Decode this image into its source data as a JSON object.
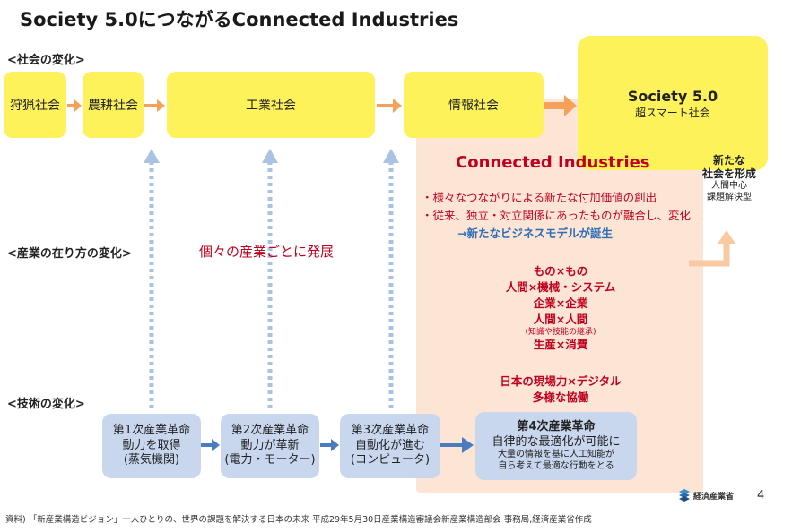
{
  "title": "Society 5.0につながるConnected Industries",
  "sections": {
    "society": "<社会の変化>",
    "industry": "<産業の在り方の変化>",
    "tech": "<技術の変化>"
  },
  "society_boxes": [
    "狩猟社会",
    "農耕社会",
    "工業社会",
    "情報社会"
  ],
  "society5": {
    "title": "Society 5.0",
    "subtitle": "超スマート社会"
  },
  "new_society": {
    "line1": "新たな",
    "line2": "社会を形成",
    "line3": "人間中心",
    "line4": "課題解決型"
  },
  "ci": {
    "title": "Connected Industries",
    "bullet1": "・様々なつながりによる新たな付加価値の創出",
    "bullet2": "・従来、独立・対立関係にあったものが融合し、変化",
    "arrow_line": "→新たなビジネスモデルが誕生"
  },
  "individual": "個々の産業ごとに発展",
  "connections": [
    "もの×もの",
    "人間×機械・システム",
    "企業×企業",
    "人間×人間",
    "(知識や技能の継承)",
    "生産×消費"
  ],
  "strength": [
    "日本の現場力×デジタル",
    "多様な協働"
  ],
  "revolutions": [
    {
      "l1": "第1次産業革命",
      "l2": "動力を取得",
      "l3": "(蒸気機関)"
    },
    {
      "l1": "第2次産業革命",
      "l2": "動力が革新",
      "l3": "(電力・モーター)"
    },
    {
      "l1": "第3次産業革命",
      "l2": "自動化が進む",
      "l3": "(コンピュータ)"
    }
  ],
  "rev4": {
    "l1": "第4次産業革命",
    "l2": "自律的な最適化が可能に",
    "l3": "大量の情報を基に人工知能が",
    "l4": "自ら考えて最適な行動をとる"
  },
  "logo": "経済産業省",
  "page": "4",
  "source": "資料) 「新産業構造ビジョン」一人ひとりの、世界の課題を解決する日本の未来 平成29年5月30日産業構造審議会新産業構造部会 事務局,経済産業省作成",
  "colors": {
    "yellow": "#fdf25a",
    "peach": "#fce5d5",
    "orange": "#f6a15a",
    "red": "#c0001e",
    "blue": "#2e6db8",
    "pale_blue": "#c8d7ee",
    "dash_blue": "#a9c3e3"
  }
}
